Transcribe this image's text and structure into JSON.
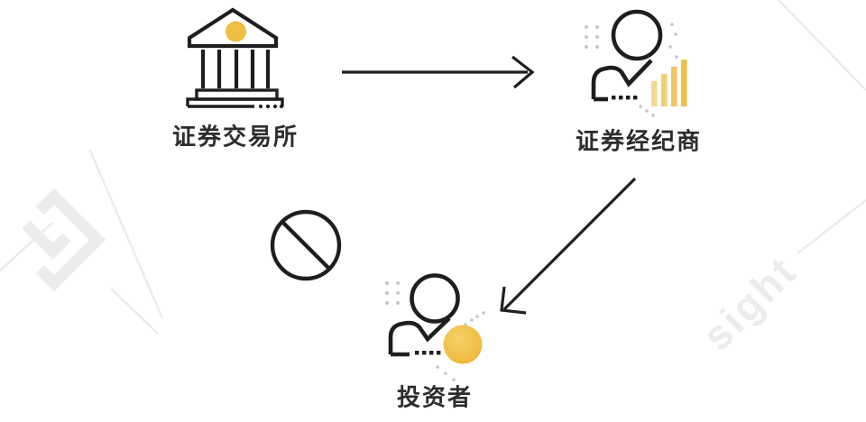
{
  "diagram_type": "flow-diagram",
  "nodes": {
    "exchange": {
      "label": "证券交易所",
      "icon": "bank-building-icon"
    },
    "broker": {
      "label": "证券经纪商",
      "icon": "person-with-growth-bars-icon"
    },
    "investor": {
      "label": "投资者",
      "icon": "person-with-coin-icon"
    }
  },
  "relations": [
    {
      "from": "exchange",
      "to": "broker",
      "type": "arrow"
    },
    {
      "from": "broker",
      "to": "investor",
      "type": "arrow"
    },
    {
      "from": "exchange",
      "to": "investor",
      "type": "prohibited",
      "icon": "prohibition-icon"
    }
  ],
  "watermark": {
    "text": "sight"
  },
  "colors": {
    "accent": "#EFBE45",
    "ink": "#1E1E1E",
    "text": "#2D2D2D",
    "dot": "#C6C6C6",
    "wm": "#ECECEC"
  }
}
